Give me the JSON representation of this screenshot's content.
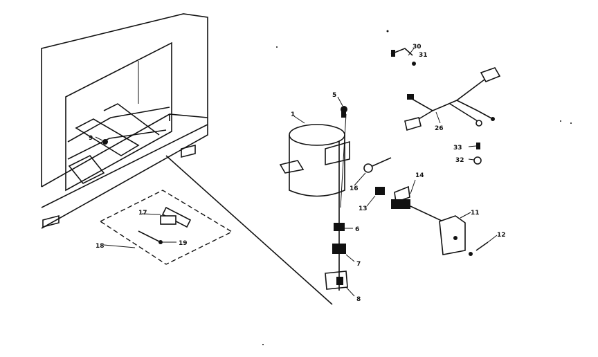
{
  "labels": {
    "l1": "1",
    "l5": "5",
    "l6": "6",
    "l7": "7",
    "l8": "8",
    "l9": "9",
    "l11": "11",
    "l12": "12",
    "l13": "13",
    "l14": "14",
    "l16": "16",
    "l17": "17",
    "l18": "18",
    "l19": "19",
    "l26": "26",
    "l30": "30",
    "l31": "31",
    "l32": "32",
    "l33": "33"
  }
}
